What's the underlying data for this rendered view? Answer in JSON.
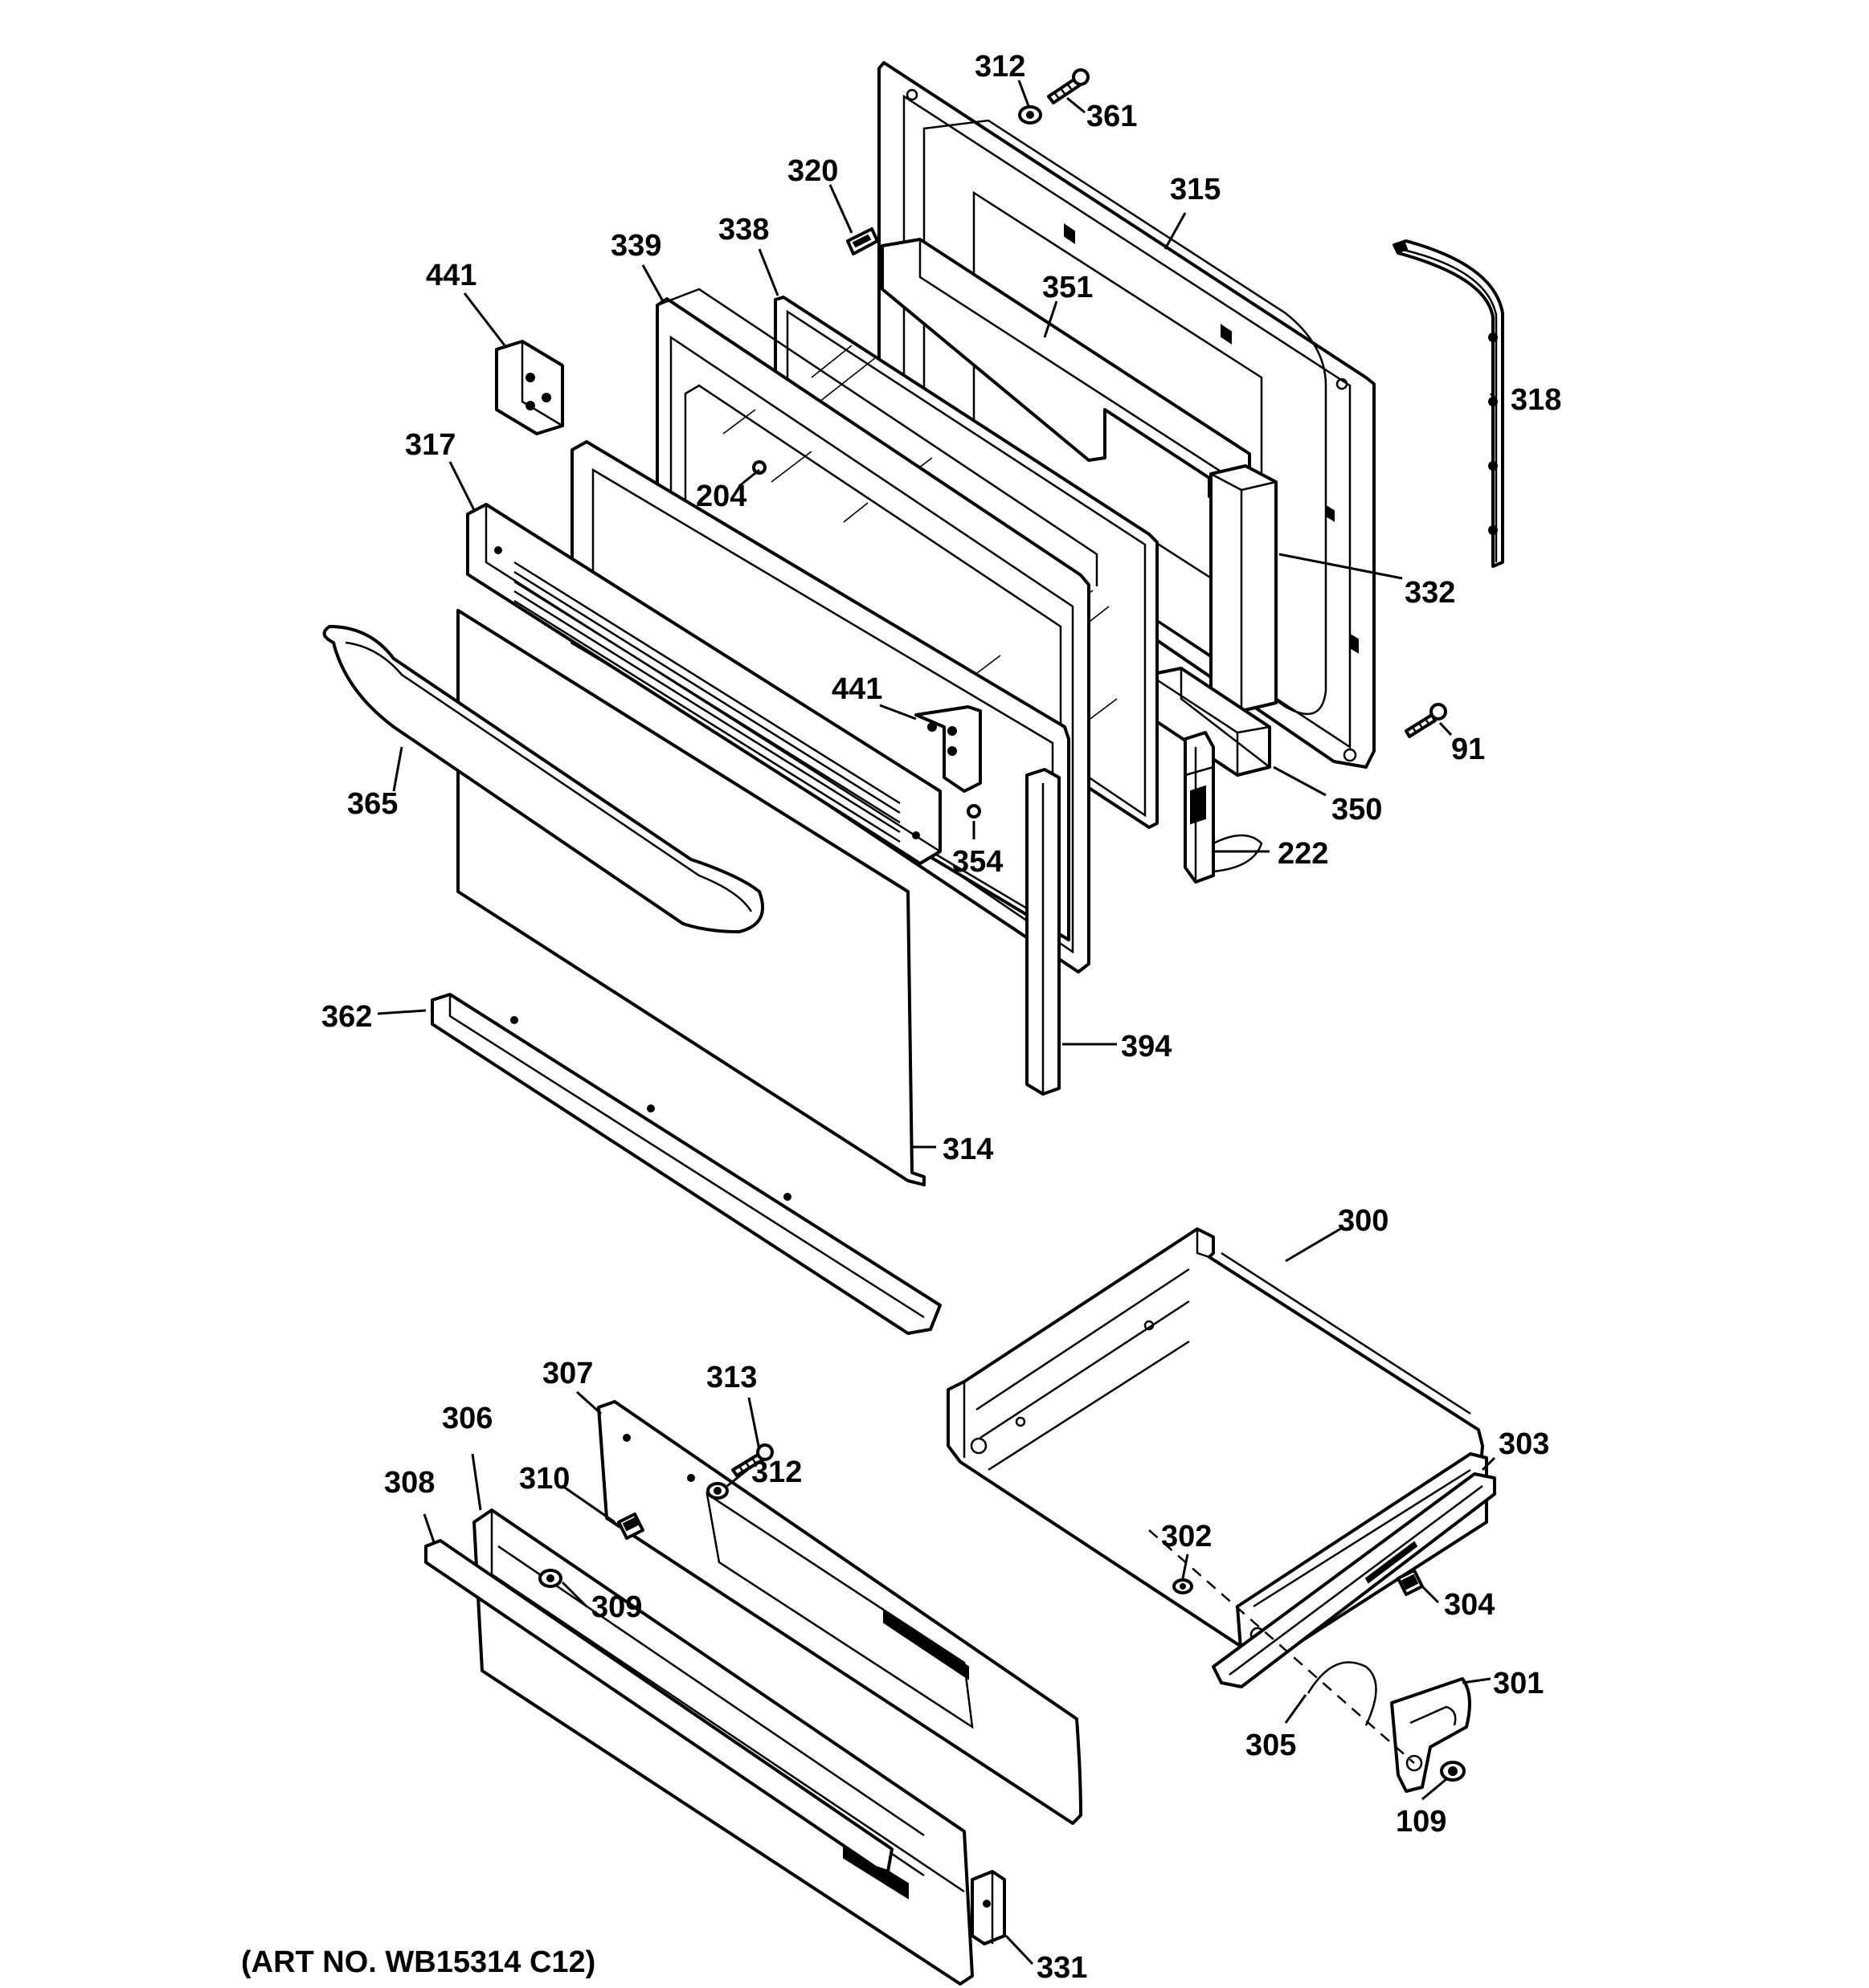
{
  "art_number": "(ART NO. WB15314 C12)",
  "callouts": {
    "c312_top": "312",
    "c361": "361",
    "c320": "320",
    "c315": "315",
    "c339": "339",
    "c338": "338",
    "c441_top": "441",
    "c351": "351",
    "c318": "318",
    "c317": "317",
    "c204": "204",
    "c332": "332",
    "c441_mid": "441",
    "c91": "91",
    "c365": "365",
    "c350": "350",
    "c354": "354",
    "c222": "222",
    "c362": "362",
    "c394": "394",
    "c314": "314",
    "c300": "300",
    "c307": "307",
    "c313": "313",
    "c306": "306",
    "c312_bot": "312",
    "c308": "308",
    "c310": "310",
    "c303": "303",
    "c302": "302",
    "c309": "309",
    "c304": "304",
    "c301": "301",
    "c305": "305",
    "c109": "109",
    "c331": "331"
  }
}
